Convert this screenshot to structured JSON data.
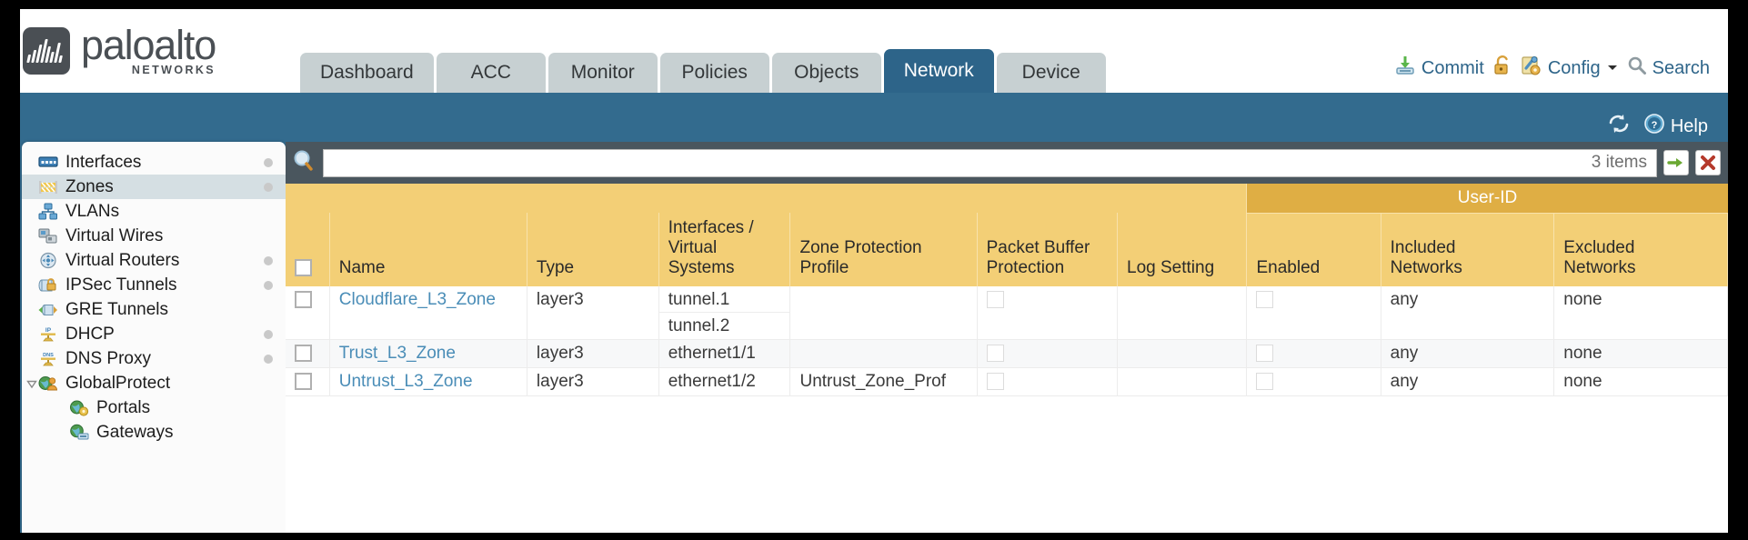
{
  "header": {
    "brand_name": "paloalto",
    "brand_sub": "NETWORKS",
    "brand_reg": "®",
    "tabs": [
      {
        "label": "Dashboard",
        "active": false
      },
      {
        "label": "ACC",
        "active": false
      },
      {
        "label": "Monitor",
        "active": false
      },
      {
        "label": "Policies",
        "active": false
      },
      {
        "label": "Objects",
        "active": false
      },
      {
        "label": "Network",
        "active": true
      },
      {
        "label": "Device",
        "active": false
      }
    ],
    "actions": {
      "commit": "Commit",
      "config": "Config",
      "search": "Search",
      "lock_icon": "unlock-icon",
      "commit_icon": "commit-icon",
      "config_icon": "config-icon",
      "search_icon": "search-icon",
      "caret_icon": "chevron-down-icon"
    }
  },
  "toolbar": {
    "refresh_icon": "refresh-icon",
    "help_label": "Help",
    "help_icon": "help-icon"
  },
  "sidebar": {
    "items": [
      {
        "label": "Interfaces",
        "icon": "interfaces-icon",
        "dot": true,
        "selected": false,
        "child": false,
        "twisty": false
      },
      {
        "label": "Zones",
        "icon": "zones-icon",
        "dot": true,
        "selected": true,
        "child": false,
        "twisty": false
      },
      {
        "label": "VLANs",
        "icon": "vlans-icon",
        "dot": false,
        "selected": false,
        "child": false,
        "twisty": false
      },
      {
        "label": "Virtual Wires",
        "icon": "virtual-wires-icon",
        "dot": false,
        "selected": false,
        "child": false,
        "twisty": false
      },
      {
        "label": "Virtual Routers",
        "icon": "virtual-routers-icon",
        "dot": true,
        "selected": false,
        "child": false,
        "twisty": false
      },
      {
        "label": "IPSec Tunnels",
        "icon": "ipsec-tunnels-icon",
        "dot": true,
        "selected": false,
        "child": false,
        "twisty": false
      },
      {
        "label": "GRE Tunnels",
        "icon": "gre-tunnels-icon",
        "dot": false,
        "selected": false,
        "child": false,
        "twisty": false
      },
      {
        "label": "DHCP",
        "icon": "dhcp-icon",
        "dot": true,
        "selected": false,
        "child": false,
        "twisty": false
      },
      {
        "label": "DNS Proxy",
        "icon": "dns-proxy-icon",
        "dot": true,
        "selected": false,
        "child": false,
        "twisty": false
      },
      {
        "label": "GlobalProtect",
        "icon": "globalprotect-icon",
        "dot": false,
        "selected": false,
        "child": false,
        "twisty": true
      },
      {
        "label": "Portals",
        "icon": "portals-icon",
        "dot": false,
        "selected": false,
        "child": true,
        "twisty": false
      },
      {
        "label": "Gateways",
        "icon": "gateways-icon",
        "dot": false,
        "selected": false,
        "child": true,
        "twisty": false
      }
    ]
  },
  "search": {
    "value": "",
    "placeholder": "",
    "item_count": "3 items",
    "icon": "search-icon",
    "apply_icon": "apply-arrow-icon",
    "clear_icon": "clear-x-icon"
  },
  "table": {
    "group_header": "User-ID",
    "columns": [
      "Name",
      "Type",
      "Interfaces / Virtual Systems",
      "Zone Protection Profile",
      "Packet Buffer Protection",
      "Log Setting",
      "Enabled",
      "Included Networks",
      "Excluded Networks"
    ],
    "rows": [
      {
        "name": "Cloudflare_L3_Zone",
        "type": "layer3",
        "interfaces": [
          "tunnel.1",
          "tunnel.2"
        ],
        "zone_protection_profile": "",
        "packet_buffer_protection": false,
        "log_setting": "",
        "userid_enabled": false,
        "included_networks": "any",
        "excluded_networks": "none"
      },
      {
        "name": "Trust_L3_Zone",
        "type": "layer3",
        "interfaces": [
          "ethernet1/1"
        ],
        "zone_protection_profile": "",
        "packet_buffer_protection": false,
        "log_setting": "",
        "userid_enabled": false,
        "included_networks": "any",
        "excluded_networks": "none"
      },
      {
        "name": "Untrust_L3_Zone",
        "type": "layer3",
        "interfaces": [
          "ethernet1/2"
        ],
        "zone_protection_profile": "Untrust_Zone_Prof",
        "packet_buffer_protection": false,
        "log_setting": "",
        "userid_enabled": false,
        "included_networks": "any",
        "excluded_networks": "none"
      }
    ]
  },
  "colors": {
    "brand_dark": "#4a4f54",
    "tab_active": "#2d6489",
    "band_blue": "#336b8e",
    "header_amber": "#f3cf76",
    "group_amber": "#dfae44",
    "link_blue": "#4a8db7"
  }
}
